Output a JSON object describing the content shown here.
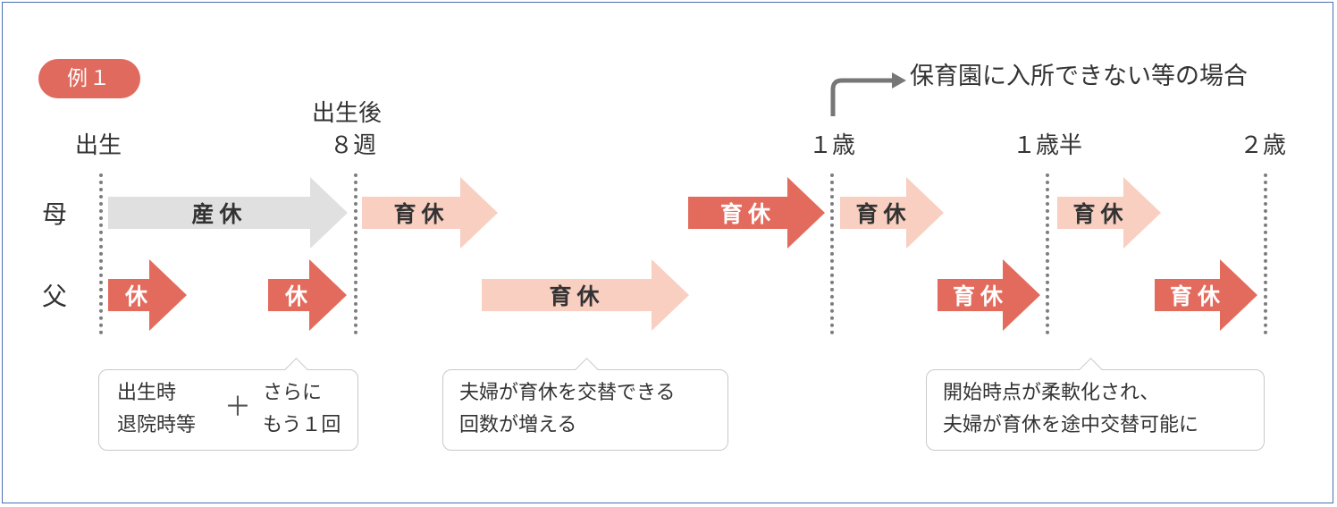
{
  "badge": "例１",
  "note": "保育園に入所できない等の場合",
  "timeline": {
    "birth": "出生",
    "after_birth": "出生後",
    "eight_weeks": "８週",
    "one_year": "１歳",
    "one_and_half": "１歳半",
    "two_years": "２歳"
  },
  "rows": {
    "mother": "母",
    "father": "父"
  },
  "bars": {
    "mother_maternity": "産休",
    "mother_childcare_1": "育休",
    "mother_childcare_2": "育休",
    "mother_childcare_3": "育休",
    "mother_childcare_4": "育休",
    "father_leave_1": "休",
    "father_leave_2": "休",
    "father_childcare_1": "育休",
    "father_childcare_2": "育休",
    "father_childcare_3": "育休"
  },
  "callouts": {
    "c1_left_1": "出生時",
    "c1_left_2": "退院時等",
    "c1_plus": "＋",
    "c1_right_1": "さらに",
    "c1_right_2": "もう１回",
    "c2_line1": "夫婦が育休を交替できる",
    "c2_line2": "回数が増える",
    "c3_line1": "開始時点が柔軟化され、",
    "c3_line2": "夫婦が育休を途中交替可能に"
  },
  "colors": {
    "dark_red": "#e36b5d",
    "light_pink": "#f8cfc1",
    "gray": "#e0e0e0",
    "badge": "#e06a5e",
    "frame": "#4a6fb3"
  }
}
